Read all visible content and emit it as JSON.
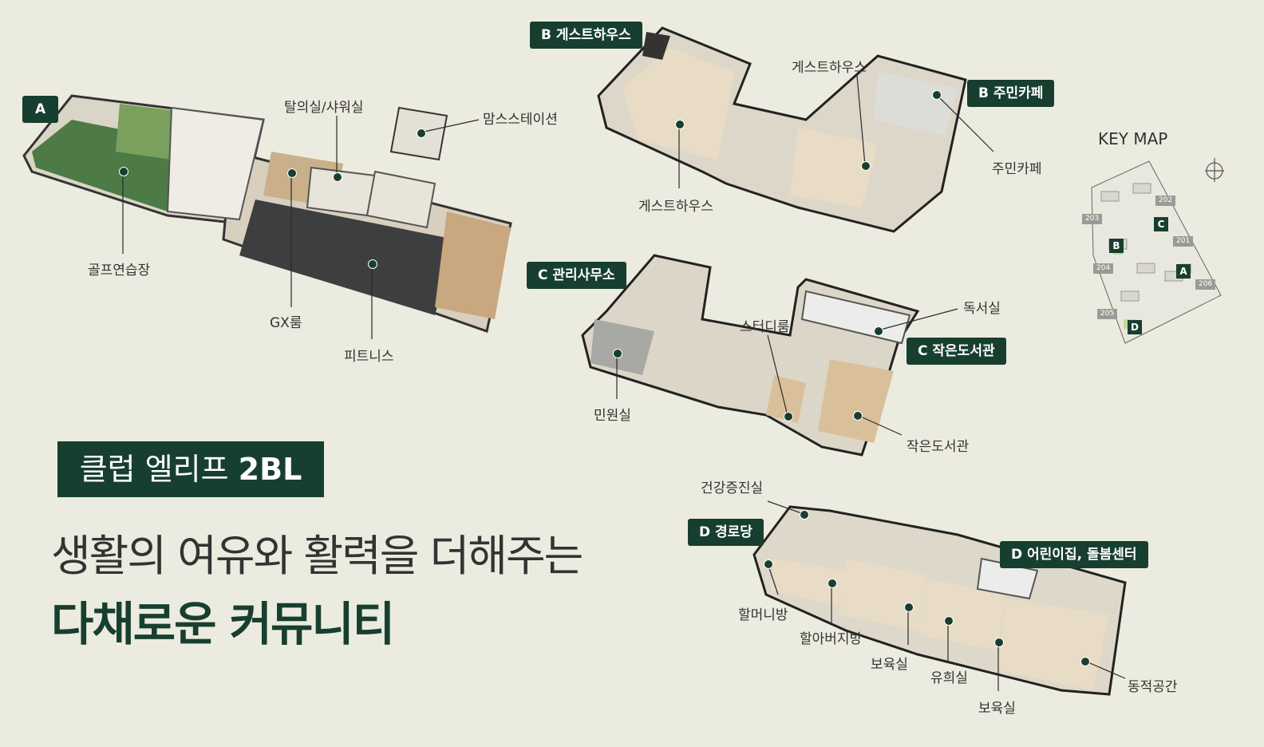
{
  "title_box": {
    "prefix": "클럽 엘리프 ",
    "suffix": "2BL"
  },
  "headline": {
    "line1": "생활의 여유와 활력을 더해주는",
    "line2": "다채로운 커뮤니티"
  },
  "tags": {
    "A": "A",
    "B_guest": "B 게스트하우스",
    "B_cafe": "B 주민카페",
    "C_office": "C 관리사무소",
    "C_library": "C 작은도서관",
    "D_senior": "D 경로당",
    "D_kids": "D 어린이집, 돌봄센터"
  },
  "labels": {
    "golf": "골프연습장",
    "locker": "탈의실/샤워실",
    "moms": "맘스스테이션",
    "gx": "GX룸",
    "fitness": "피트니스",
    "guest1": "게스트하우스",
    "guest2": "게스트하우스",
    "cafe": "주민카페",
    "civil": "민원실",
    "study": "스터디룸",
    "reading": "독서실",
    "library": "작은도서관",
    "health": "건강증진실",
    "grandma": "할머니방",
    "grandpa": "할아버지방",
    "nursery1": "보육실",
    "play": "유희실",
    "nursery2": "보육실",
    "active": "동적공간"
  },
  "keymap": {
    "title": "KEY MAP",
    "buildings": [
      "202",
      "203",
      "201",
      "204",
      "206",
      "205"
    ],
    "letters": [
      "C",
      "B",
      "A",
      "D"
    ]
  },
  "colors": {
    "brand": "#173f30",
    "background": "#ecebdf"
  }
}
